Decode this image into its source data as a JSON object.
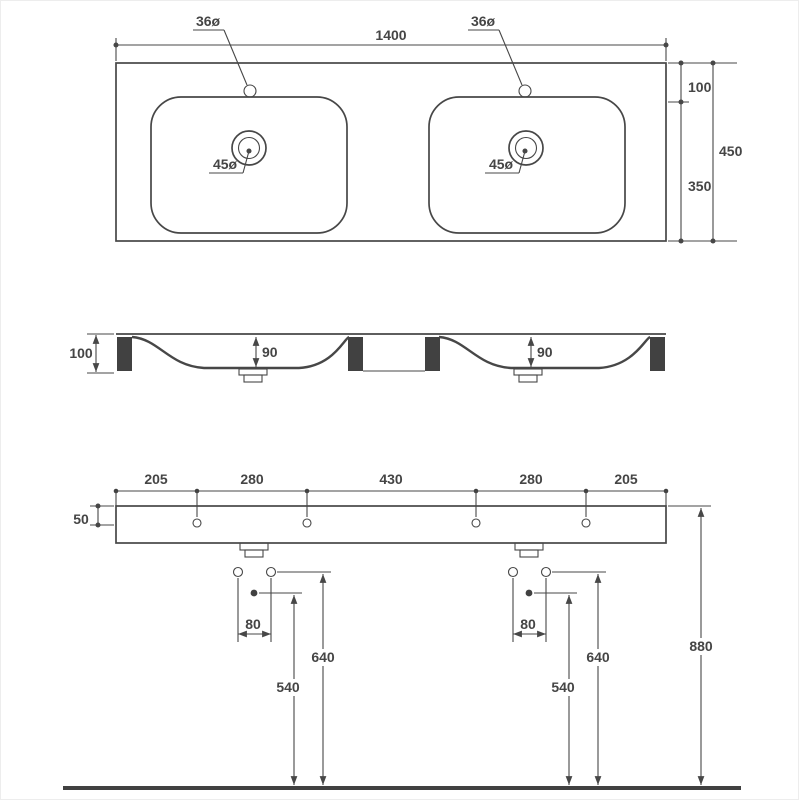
{
  "drawing": {
    "top_view": {
      "width": "1400",
      "faucet_hole_left": "36ø",
      "faucet_hole_right": "36ø",
      "drain_left": "45ø",
      "drain_right": "45ø",
      "back_offset": "100",
      "depth": "450",
      "front_offset": "350"
    },
    "section_view": {
      "height": "100",
      "basin_depth_left": "90",
      "basin_depth_right": "90"
    },
    "bottom_view": {
      "spacing_labels": [
        "205",
        "280",
        "430",
        "280",
        "205"
      ],
      "top_offset": "50",
      "left_bracket": {
        "hole_spacing": "80",
        "upper_height": "640",
        "lower_height": "540"
      },
      "right_bracket": {
        "hole_spacing": "80",
        "upper_height": "640",
        "lower_height": "540"
      },
      "overall_height": "880"
    }
  },
  "colors": {
    "line": "#474747",
    "background": "#ffffff"
  }
}
